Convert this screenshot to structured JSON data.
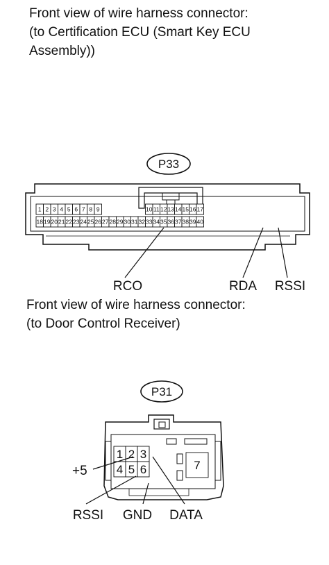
{
  "connector1": {
    "caption": "Front view of wire harness connector:\n(to Certification ECU (Smart Key ECU\nAssembly))",
    "id": "P33",
    "pins_top_left": [
      "1",
      "2",
      "3",
      "4",
      "5",
      "6",
      "7",
      "8",
      "9"
    ],
    "pins_top_right": [
      "10",
      "11",
      "12",
      "13",
      "14",
      "15",
      "16",
      "17"
    ],
    "pins_bottom": [
      "18",
      "19",
      "20",
      "21",
      "22",
      "23",
      "24",
      "25",
      "26",
      "27",
      "28",
      "29",
      "30",
      "31",
      "32",
      "33",
      "34",
      "35",
      "36",
      "37",
      "38",
      "39",
      "40"
    ],
    "labels": {
      "rco": "RCO",
      "rda": "RDA",
      "rssi": "RSSI"
    }
  },
  "connector2": {
    "caption": "Front view of wire harness connector:\n(to Door Control Receiver)",
    "id": "P31",
    "pins": [
      "1",
      "2",
      "3",
      "4",
      "5",
      "6",
      "7"
    ],
    "labels": {
      "plus5": "+5",
      "rssi": "RSSI",
      "gnd": "GND",
      "data": "DATA"
    }
  }
}
